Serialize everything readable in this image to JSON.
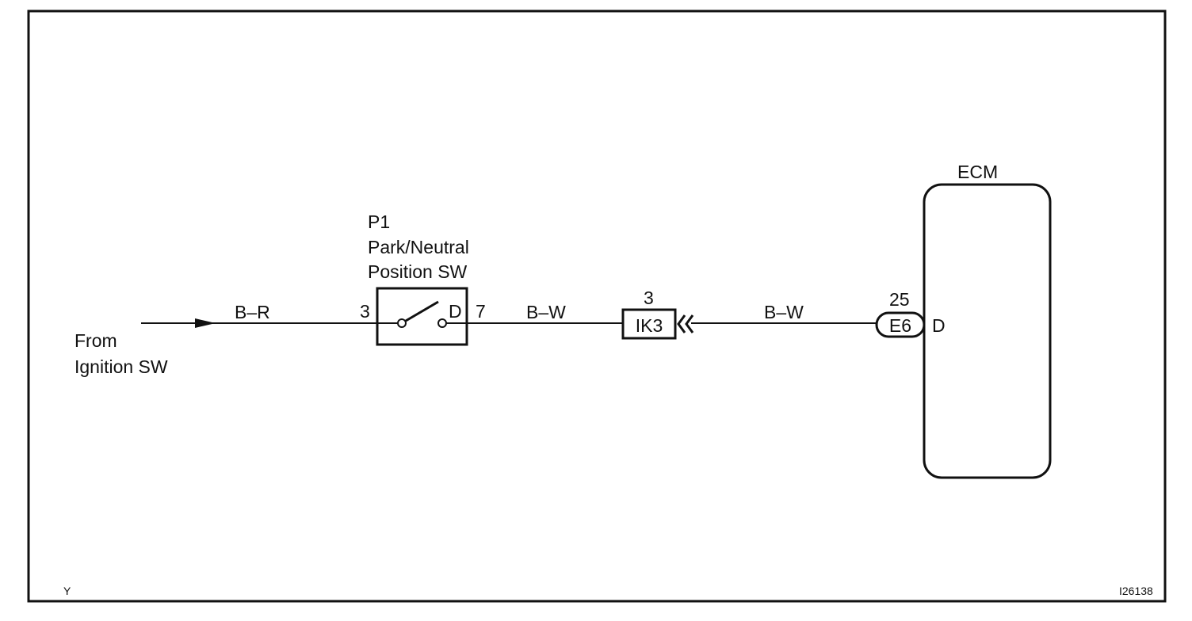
{
  "source": {
    "line1": "From",
    "line2": "Ignition SW"
  },
  "switch": {
    "code": "P1",
    "name_line1": "Park/Neutral",
    "name_line2": "Position SW",
    "pin_in": "3",
    "pin_terminal": "D",
    "pin_out": "7"
  },
  "wires": {
    "left": "B–R",
    "middle": "B–W",
    "right": "B–W"
  },
  "junction": {
    "pin": "3",
    "label": "IK3"
  },
  "ecm": {
    "title": "ECM",
    "pin": "25",
    "connector": "E6",
    "terminal": "D"
  },
  "footer": {
    "corner_left": "Y",
    "figure_id": "I26138"
  }
}
